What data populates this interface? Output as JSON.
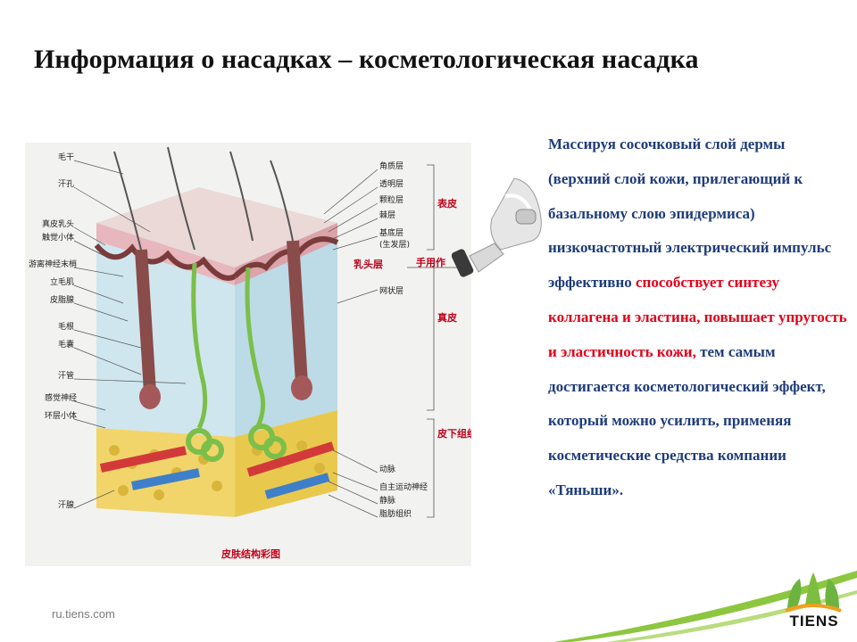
{
  "slide": {
    "title": "Информация о насадках – косметологическая насадка",
    "footer_url": "ru.tiens.com",
    "logo_text": "TIENS"
  },
  "body_text": {
    "part1": "Массируя сосочковый слой дермы (верхний слой кожи, прилегающий к базальному слою эпидермиса) низкочастотный электрический импульс эффективно ",
    "highlight": "способствует синтезу коллагена и эластина, повышает упругость и эластичность кожи,",
    "part2": " тем самым достигается косметологический эффект, который можно усилить, применяя косметические средства компании «Тяньши»."
  },
  "diagram": {
    "caption": "皮肤结构彩图",
    "papillary_label": "乳头层",
    "action_label": "手用作",
    "left_labels": [
      "毛干",
      "汗孔",
      "真皮乳头",
      "触觉小体",
      "游离神经末梢",
      "立毛肌",
      "皮脂腺",
      "毛根",
      "毛囊",
      "汗管",
      "感觉神经",
      "环层小体",
      "汗腺"
    ],
    "right_labels": [
      "角质层",
      "透明层",
      "颗粒层",
      "棘层",
      "基底层",
      "(生发层)",
      "网状层",
      "动脉",
      "自主运动神经",
      "静脉",
      "脂肪组织"
    ],
    "section_labels": [
      "表皮",
      "真皮",
      "皮下组织"
    ]
  },
  "colors": {
    "title": "#111111",
    "body_text": "#1f3c7a",
    "highlight": "#e0001a",
    "swoosh": "#8dc63f"
  }
}
